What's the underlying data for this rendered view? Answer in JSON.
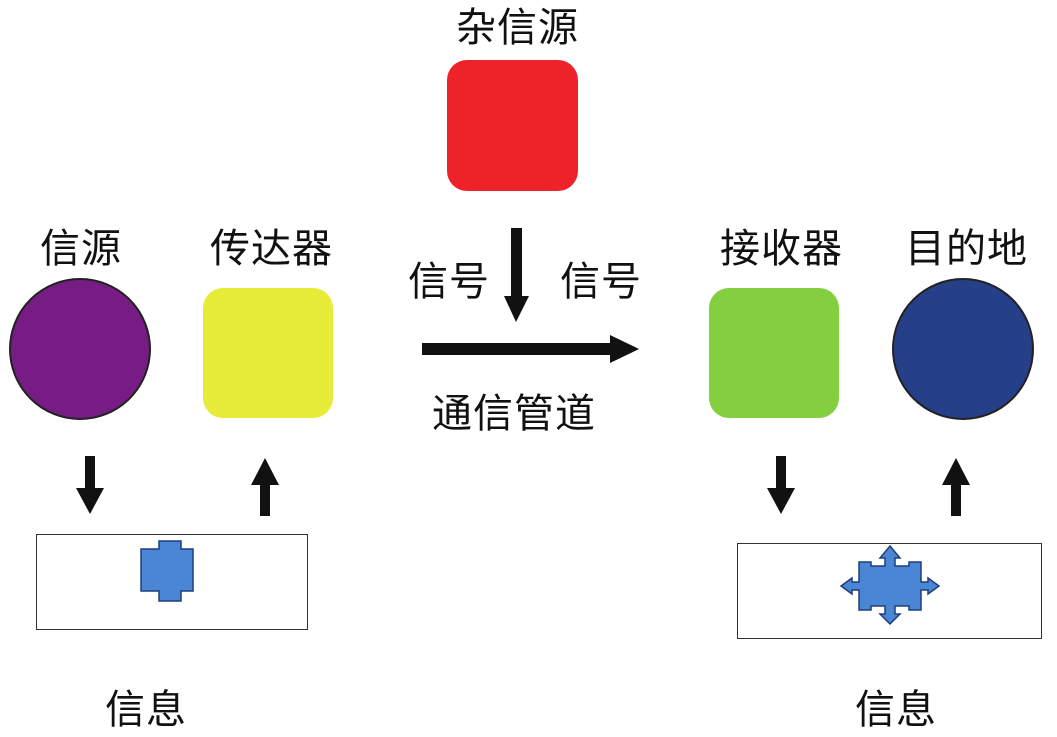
{
  "labels": {
    "noise_source": "杂信源",
    "info_source": "信源",
    "transmitter": "传达器",
    "signal_left": "信号",
    "signal_right": "信号",
    "channel": "通信管道",
    "receiver": "接收器",
    "destination": "目的地",
    "message_left": "信息",
    "message_right": "信息"
  },
  "colors": {
    "noise_source": "#ee2229",
    "info_source": "#761c84",
    "transmitter": "#e6ec38",
    "receiver": "#84cf3f",
    "destination": "#253f88",
    "message_icon": "#4a86d4",
    "message_icon_stroke": "#1d3f7a",
    "arrow": "#111111"
  },
  "icons": {
    "message_left": "cross-block-icon",
    "message_right": "four-way-arrow-icon"
  }
}
